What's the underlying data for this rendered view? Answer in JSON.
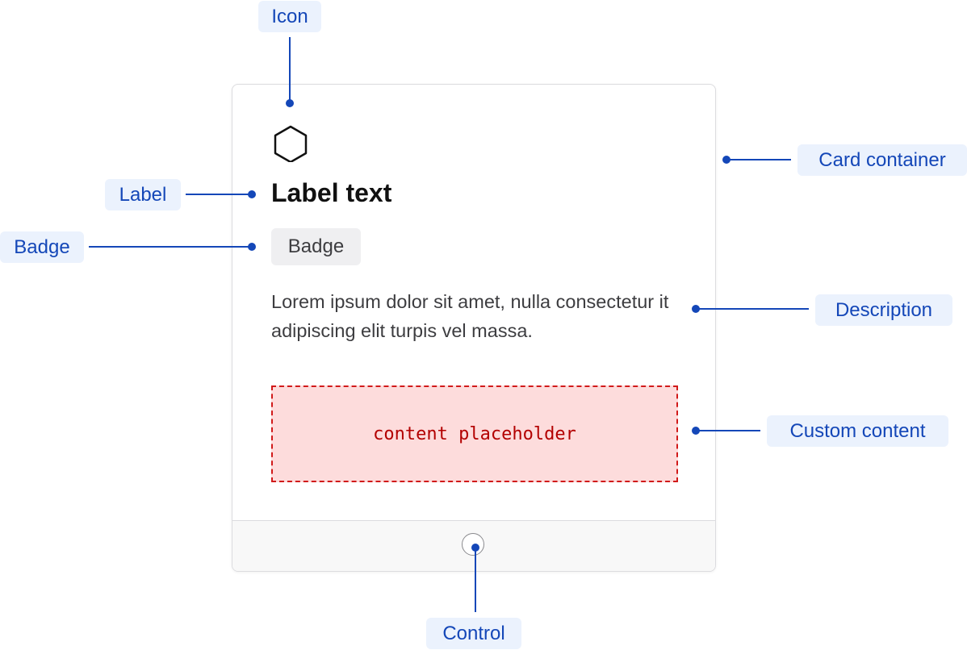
{
  "card": {
    "label": "Label text",
    "badge": "Badge",
    "description": "Lorem ipsum dolor sit amet, nulla consectetur it adipiscing elit turpis vel massa.",
    "custom_content": "content placeholder"
  },
  "annotations": {
    "icon": "Icon",
    "card_container": "Card container",
    "label": "Label",
    "badge": "Badge",
    "description": "Description",
    "custom_content": "Custom content",
    "control": "Control"
  },
  "icons": {
    "card_icon": "hexagon-icon",
    "control": "radio-button"
  },
  "colors": {
    "annotation_text": "#1447b8",
    "annotation_bg": "#ebf2fd",
    "placeholder_bg": "#fddcdc",
    "placeholder_border": "#d11a1a",
    "card_border": "#dcdcdf",
    "footer_bg": "#f8f8f8"
  }
}
